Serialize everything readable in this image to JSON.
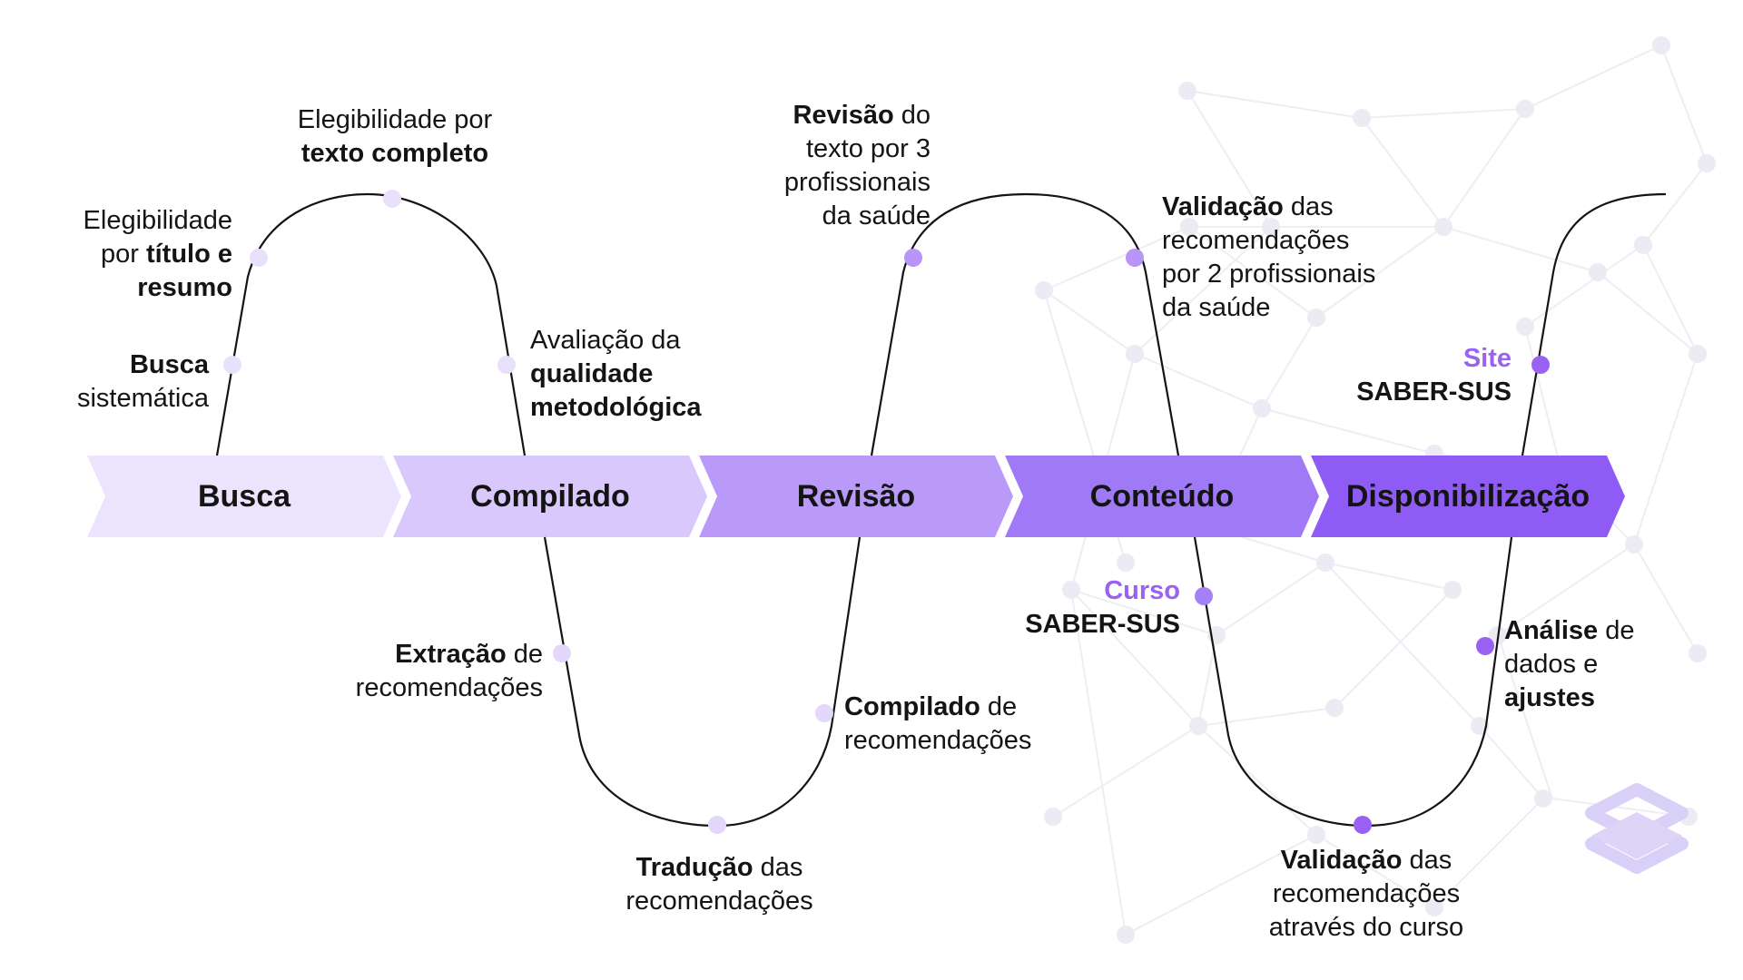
{
  "stages": [
    {
      "label": "Busca",
      "color": "#ece4fd"
    },
    {
      "label": "Compilado",
      "color": "#d8c8fb"
    },
    {
      "label": "Revisão",
      "color": "#b99af9"
    },
    {
      "label": "Conteúdo",
      "color": "#a07af6"
    },
    {
      "label": "Disponibilização",
      "color": "#8e5cf4"
    }
  ],
  "steps": {
    "busca_sistematica": {
      "bold": "Busca",
      "text": "sistemática"
    },
    "elegibilidade_titulo": {
      "text1": "Elegibilidade",
      "text2": "por ",
      "bold2": "título e",
      "bold3": "resumo"
    },
    "elegibilidade_texto": {
      "text": "Elegibilidade por",
      "bold": "texto completo"
    },
    "avaliacao_qualidade": {
      "text": "Avaliação da",
      "bold1": "qualidade",
      "bold2": "metodológica"
    },
    "extracao": {
      "bold": "Extração",
      "text1": " de",
      "text2": "recomendações"
    },
    "traducao": {
      "bold": "Tradução",
      "text1": " das",
      "text2": "recomendações"
    },
    "compilado_recomendacoes": {
      "bold": "Compilado",
      "text1": " de",
      "text2": "recomendações"
    },
    "revisao_texto": {
      "bold": "Revisão",
      "text1": " do",
      "text2": "texto por 3",
      "text3": "profissionais",
      "text4": "da saúde"
    },
    "validacao_profissionais": {
      "bold": "Validação",
      "text1": " das",
      "text2": "recomendações",
      "text3": "por 2 profissionais",
      "text4": "da saúde"
    },
    "curso": {
      "accent": "Curso",
      "bold": "SABER-SUS"
    },
    "validacao_curso": {
      "bold": "Validação",
      "text1": " das",
      "text2": "recomendações",
      "text3": "através do curso"
    },
    "site": {
      "accent": "Site",
      "bold": "SABER-SUS"
    },
    "analise": {
      "bold": "Análise",
      "text1": " de",
      "text2": "dados e",
      "bold2": "ajustes"
    }
  },
  "colors": {
    "accent": "#9a62f2",
    "curve": "#141414",
    "dot_light": "#e9e0fc",
    "dot_mid": "#b895f8",
    "dot_strong": "#9a62f2",
    "network": "#e8e6f1"
  },
  "icons": {
    "logo": "stacked-hexagon-logo-icon"
  }
}
